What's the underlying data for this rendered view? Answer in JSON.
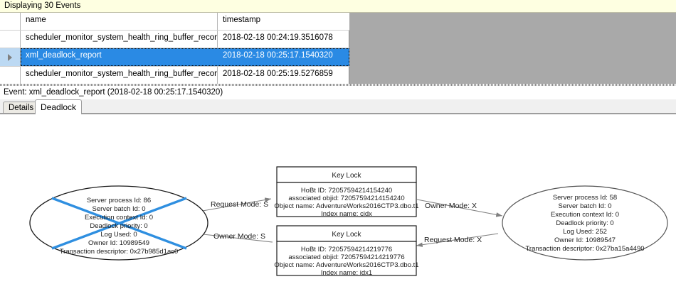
{
  "banner": {
    "text": "Displaying 30 Events"
  },
  "grid": {
    "columns": [
      "name",
      "timestamp"
    ],
    "rows": [
      {
        "name": "scheduler_monitor_system_health_ring_buffer_recorded",
        "timestamp": "2018-02-18 00:24:19.3516078",
        "selected": false
      },
      {
        "name": "xml_deadlock_report",
        "timestamp": "2018-02-18 00:25:17.1540320",
        "selected": true
      },
      {
        "name": "scheduler_monitor_system_health_ring_buffer_recorded",
        "timestamp": "2018-02-18 00:25:19.5276859",
        "selected": false
      }
    ],
    "selection_color": "#2a8ae4",
    "row_marker_icon": "play-triangle-icon"
  },
  "event": {
    "label": "Event: xml_deadlock_report (2018-02-18 00:25:17.1540320)"
  },
  "tabs": [
    {
      "label": "Details",
      "active": false
    },
    {
      "label": "Deadlock",
      "active": true
    }
  ],
  "deadlock_graph": {
    "victim_marker_color": "#2f8fe0",
    "processes": [
      {
        "id": "process-left",
        "is_victim": true,
        "lines": [
          "Server process Id: 86",
          "Server batch Id: 0",
          "Execution context Id: 0",
          "Deadlock priority: 0",
          "Log Used: 0",
          "Owner Id: 10989549",
          "Transaction descriptor: 0x27b985d1ac0"
        ]
      },
      {
        "id": "process-right",
        "is_victim": false,
        "lines": [
          "Server process Id: 58",
          "Server batch Id: 0",
          "Execution context Id: 0",
          "Deadlock priority: 0",
          "Log Used: 252",
          "Owner Id: 10989547",
          "Transaction descriptor: 0x27ba15a4490"
        ]
      }
    ],
    "resources": [
      {
        "id": "key-lock-top",
        "title": "Key Lock",
        "lines": [
          "HoBt ID: 72057594214154240",
          "associated objid: 72057594214154240",
          "Object name: AdventureWorks2016CTP3.dbo.t1",
          "Index name: cidx"
        ]
      },
      {
        "id": "key-lock-bottom",
        "title": "Key Lock",
        "lines": [
          "HoBt ID: 72057594214219776",
          "associated objid: 72057594214219776",
          "Object name: AdventureWorks2016CTP3.dbo.t1",
          "Index name: idx1"
        ]
      }
    ],
    "edges": [
      {
        "id": "edge-left-request",
        "label": "Request Mode: S"
      },
      {
        "id": "edge-right-owner",
        "label": "Owner Mode: X"
      },
      {
        "id": "edge-left-owner",
        "label": "Owner Mode: S"
      },
      {
        "id": "edge-right-request",
        "label": "Request Mode: X"
      }
    ]
  }
}
